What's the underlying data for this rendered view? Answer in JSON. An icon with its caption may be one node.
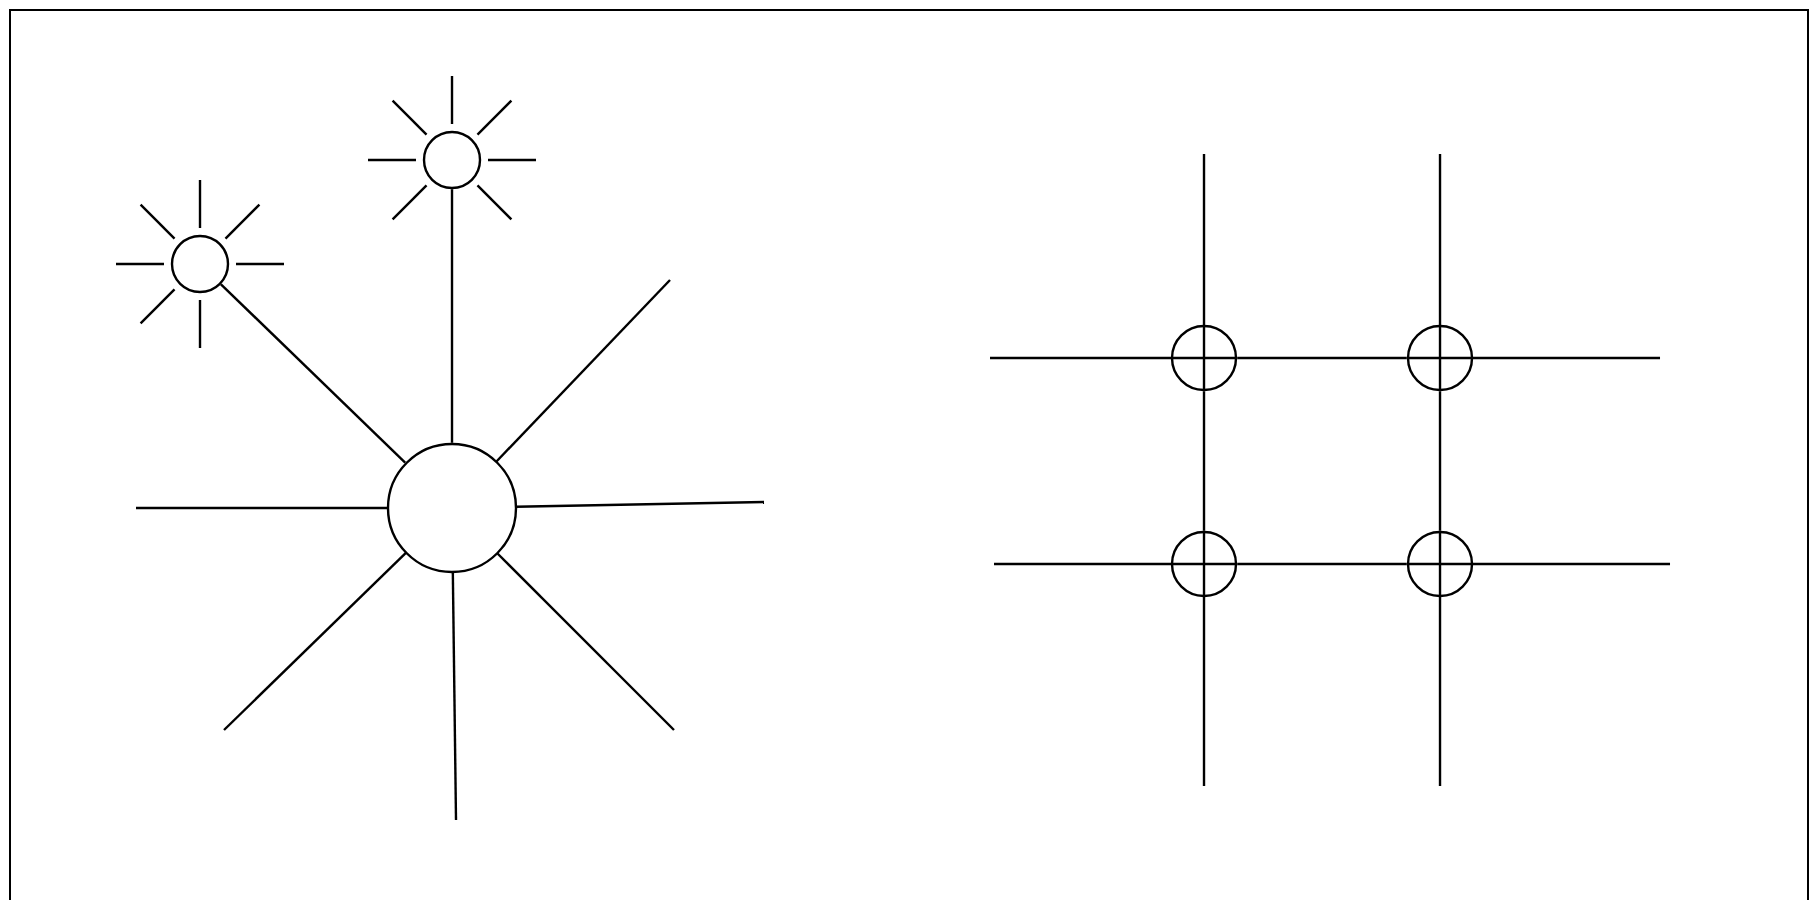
{
  "diagram": {
    "nodes": [
      {
        "text": [],
        "shape": "circle"
      },
      {
        "text": [],
        "shape": "circle"
      },
      {
        "text": [],
        "shape": "circle"
      },
      {
        "text": [],
        "shape": "circle"
      },
      {
        "text": [],
        "shape": "circle"
      },
      {
        "text": [],
        "shape": "circle"
      },
      {
        "text": [],
        "shape": "circle"
      }
    ],
    "edges": [
      {
        "from": 2,
        "to": 0,
        "arrow": "none"
      },
      {
        "from": 2,
        "to": 1,
        "arrow": "none"
      },
      {
        "from": 3,
        "to": 4,
        "arrow": "none"
      },
      {
        "from": 5,
        "to": 6,
        "arrow": "none"
      },
      {
        "from": 3,
        "to": 5,
        "arrow": "none"
      },
      {
        "from": 4,
        "to": 6,
        "arrow": "none"
      }
    ]
  }
}
